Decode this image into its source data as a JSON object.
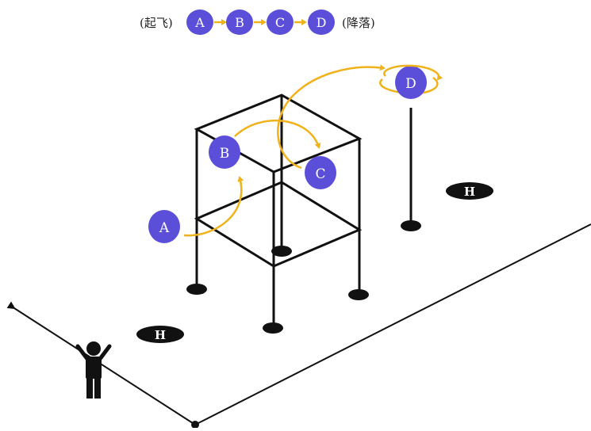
{
  "legend": {
    "prefix": "(起飞)",
    "steps": [
      "A",
      "B",
      "C",
      "D"
    ],
    "suffix": "(降落)"
  },
  "waypoints": {
    "a": "A",
    "b": "B",
    "c": "C",
    "d": "D"
  },
  "helipad_mark": "H",
  "colors": {
    "waypoint_fill": "#5b4fd9",
    "path_arrow": "#f0b21a",
    "structure": "#111111",
    "background": "#ffffff"
  },
  "icons": {
    "pilot": "person-arms-raised-icon",
    "helipad": "helipad-icon"
  }
}
